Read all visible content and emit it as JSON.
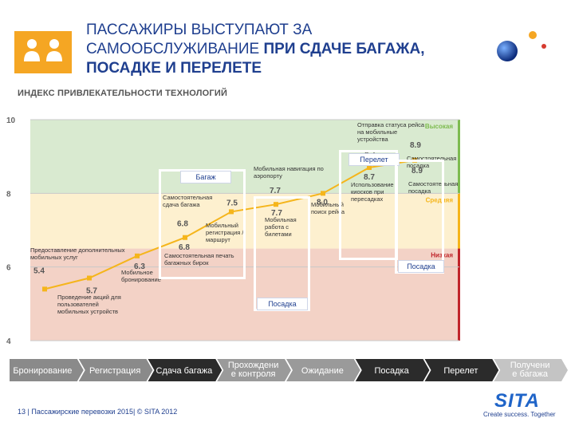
{
  "title": {
    "line1": "ПАССАЖИРЫ ВЫСТУПАЮТ ЗА",
    "line2_normal": "САМООБСЛУЖИВАНИЕ",
    "line2_bold": "ПРИ СДАЧЕ БАГАЖА,",
    "line3_bold": "ПОСАДКЕ И ПЕРЕЛЕТЕ"
  },
  "chart_data": {
    "type": "line",
    "title": "ИНДЕКС ПРИВЛЕКАТЕЛЬНОСТИ ТЕХНОЛОГИЙ",
    "ylim": [
      4,
      10
    ],
    "yticks": [
      "10",
      "8",
      "6",
      "4"
    ],
    "bands": [
      {
        "label": "Высокая",
        "from": 8.0,
        "to": 10.0,
        "color": "#d9ead0"
      },
      {
        "label": "Средняя",
        "from": 6.5,
        "to": 8.0,
        "color": "#fdf0cf"
      },
      {
        "label": "Низкая",
        "from": 4.0,
        "to": 6.5,
        "color": "#f3d2c6"
      }
    ],
    "points": [
      {
        "value": 5.4,
        "label": "Предоставление дополнительных мобильных услуг"
      },
      {
        "value": 5.7,
        "label": "Проведение акций для пользователей мобильных устройств"
      },
      {
        "value": 6.3,
        "label": "Мобильное бронирование"
      },
      {
        "value": 6.8,
        "label": "Самостоятельная сдача багажа"
      },
      {
        "value": 7.5,
        "label": "Мобильный регистрация / маршрут"
      },
      {
        "value": 7.7,
        "label": "Мобильная навигация по аэропорту"
      },
      {
        "value": 8.0,
        "label": "Мобильный поиск рейса"
      },
      {
        "value": 8.7,
        "label": "Отправка статуса рейса на мобильные устройства"
      },
      {
        "value": 8.9,
        "label": "Самостоятельная посадка"
      }
    ],
    "extra_values": [
      {
        "value": "6.8",
        "label": "Самостоятельная печать багажных бирок"
      },
      {
        "value": "7.7",
        "label": "Мобильная работа с билетами"
      },
      {
        "value": "8.7",
        "label": "Использование киосков при пересадках"
      },
      {
        "value": "8.9",
        "label": "Самостоятельная посадка"
      }
    ],
    "highlight_tags": [
      "Багаж",
      "Посадка",
      "Перелет",
      "Посадка"
    ],
    "stages": [
      "Бронирование",
      "Регистрация",
      "Сдача багажа",
      "Прохождение контроля",
      "Ожидание",
      "Посадка",
      "Перелет",
      "Получение багажа"
    ],
    "stage_colors": [
      "#8a8a8a",
      "#8a8a8a",
      "#2b2b2b",
      "#9a9a9a",
      "#9a9a9a",
      "#2b2b2b",
      "#2b2b2b",
      "#c4c4c4"
    ]
  },
  "footer": {
    "page_number": "13",
    "text": "| Пассажирские перевозки 2015| © SITA 2012",
    "logo": "SITA",
    "tagline": "Create success. Together"
  },
  "colors": {
    "title": "#1f3f8f",
    "line": "#f5b51b",
    "accent_bar": "#c0252b"
  }
}
